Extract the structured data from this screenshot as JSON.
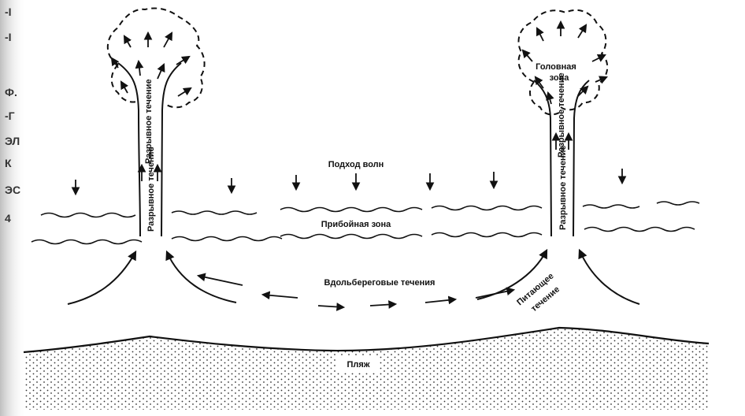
{
  "labels": {
    "wave_approach": "Подход волн",
    "surf_zone": "Прибойная зона",
    "longshore_currents": "Вдольбереговые течения",
    "beach": "Пляж",
    "head_zone_line1": "Головная",
    "head_zone_line2": "зона",
    "rip_current_left": "Разрывное течение",
    "rip_current_left_top": "Разрывное течение",
    "rip_current_right": "Разрывное течение",
    "rip_current_right_top": "Разрывное течение",
    "feeder_current_line1": "Питающее",
    "feeder_current_line2": "течение"
  },
  "edge_fragments": [
    "-I",
    "-I",
    "Ф.",
    "-Г",
    "ЭЛ",
    "К",
    "ЭС",
    "4"
  ],
  "colors": {
    "ink": "#111111",
    "paper": "#ffffff",
    "dots": "#333333"
  }
}
